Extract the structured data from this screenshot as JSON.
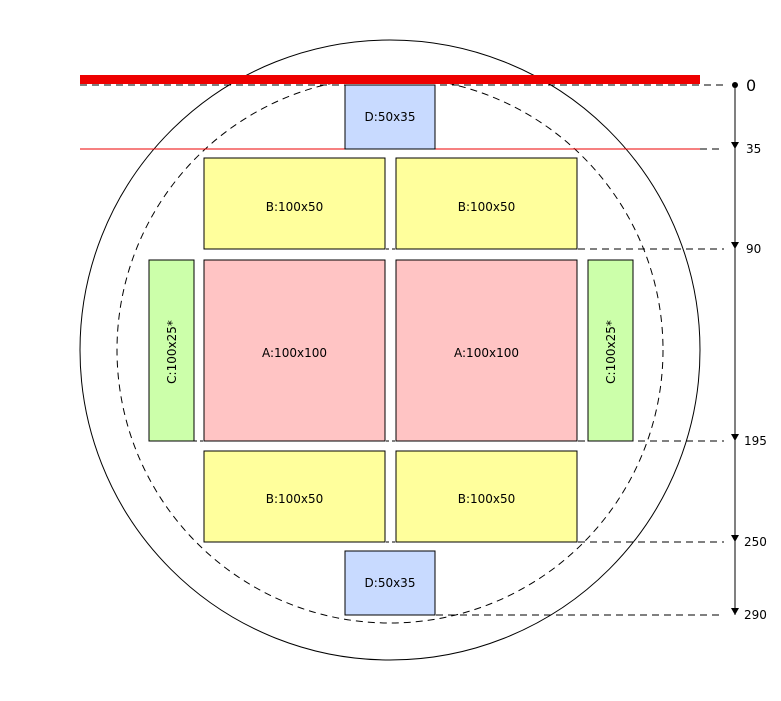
{
  "colors": {
    "A": "#ffc4c4",
    "B": "#ffff9c",
    "C": "#ccffaa",
    "D": "#c8daff",
    "red_line": "#ee0000",
    "outline": "#000000"
  },
  "pieces": {
    "a_left": "A:100x100",
    "a_right": "A:100x100",
    "b_top_left": "B:100x50",
    "b_top_right": "B:100x50",
    "b_bottom_left": "B:100x50",
    "b_bottom_right": "B:100x50",
    "c_left": "C:100x25*",
    "c_right": "C:100x25*",
    "d_top": "D:50x35",
    "d_bottom": "D:50x35"
  },
  "dimensions": {
    "d0": "0",
    "d35": "35",
    "d90": "90",
    "d195": "195",
    "d250": "250",
    "d290": "290"
  }
}
